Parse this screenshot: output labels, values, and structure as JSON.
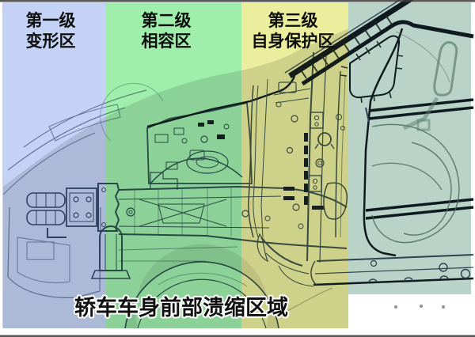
{
  "figure": {
    "caption": "轿车车身前部溃缩区域",
    "zones": [
      {
        "level": "第一级",
        "name": "变形区",
        "color": "#b0c4f2"
      },
      {
        "level": "第二级",
        "name": "相容区",
        "color": "#7fe890"
      },
      {
        "level": "第三级",
        "name": "自身保护区",
        "color": "#e6ea84"
      }
    ],
    "body_region_color": "#a8c8ba"
  }
}
